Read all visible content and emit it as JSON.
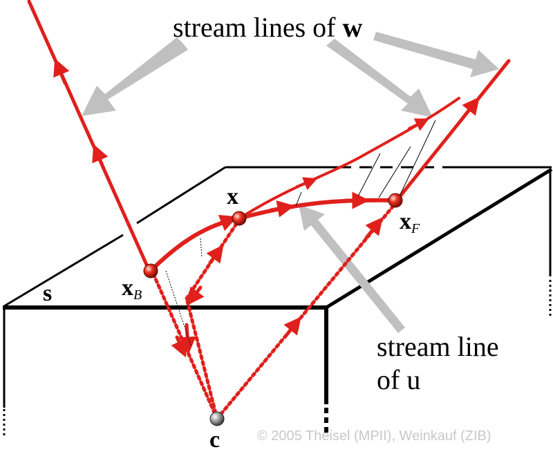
{
  "labels": {
    "stream_lines_w_prefix": "stream lines of ",
    "stream_lines_w_var": "w",
    "stream_line_u_line1": "stream line",
    "stream_line_u_line2": "of u",
    "x": "x",
    "x_B_main": "x",
    "x_B_sub": "B",
    "x_F_main": "x",
    "x_F_sub": "F",
    "s": "s",
    "c": "c"
  },
  "copyright": "© 2005 Theisel (MPII), Weinkauf (ZIB)",
  "colors": {
    "stream": "#e0201c",
    "pointer_arrow": "#c0c0c0",
    "plane": "#000000"
  }
}
